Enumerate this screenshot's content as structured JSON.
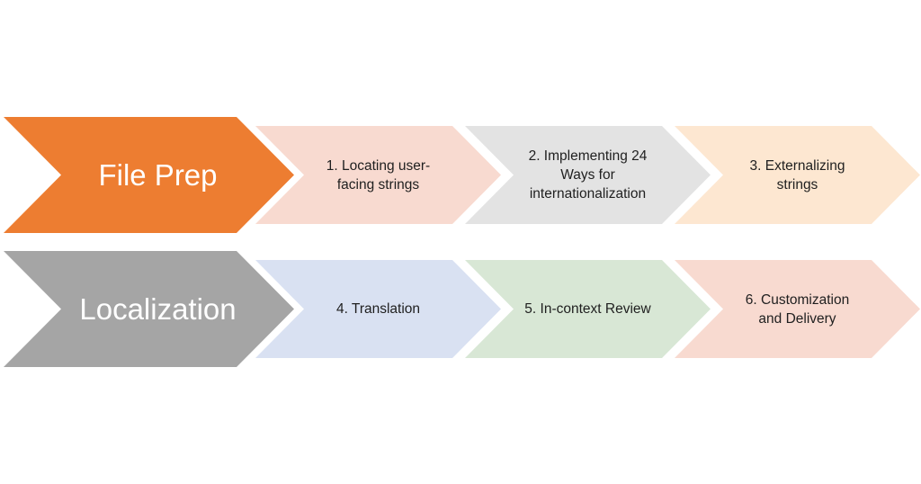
{
  "rows": [
    {
      "header": {
        "label": "File Prep",
        "color": "#ED7D31"
      },
      "steps": [
        {
          "label": "1. Locating user-\nfacing strings",
          "lines": [
            "1. Locating user-",
            "facing strings"
          ],
          "color": "#F8DAD0"
        },
        {
          "label": "2. Implementing 24 Ways for internationalization",
          "lines": [
            "2. Implementing 24",
            "Ways for",
            "internationalization"
          ],
          "color": "#E3E3E3"
        },
        {
          "label": "3. Externalizing strings",
          "lines": [
            "3. Externalizing",
            "strings"
          ],
          "color": "#FDE7D1"
        }
      ]
    },
    {
      "header": {
        "label": "Localization",
        "color": "#A5A5A5"
      },
      "steps": [
        {
          "label": "4. Translation",
          "lines": [
            "4. Translation"
          ],
          "color": "#D9E1F2"
        },
        {
          "label": "5. In-context Review",
          "lines": [
            "5. In-context Review"
          ],
          "color": "#D8E7D5"
        },
        {
          "label": "6. Customization and Delivery",
          "lines": [
            "6. Customization",
            "and Delivery"
          ],
          "color": "#F8DAD0"
        }
      ]
    }
  ]
}
